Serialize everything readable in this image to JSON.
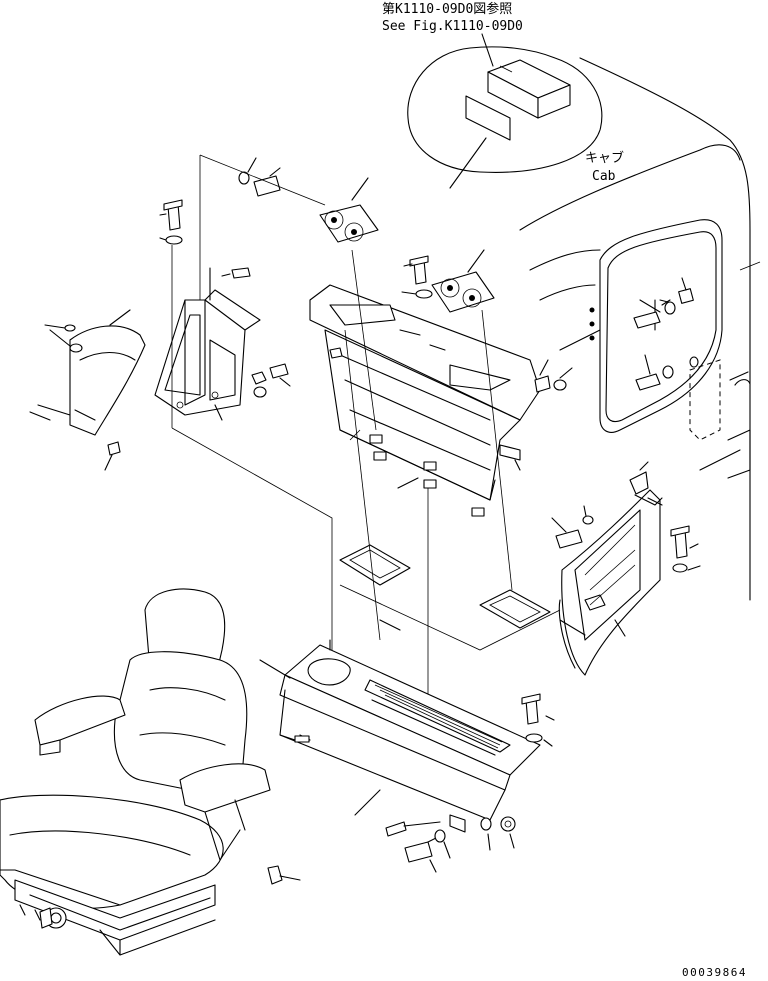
{
  "reference": {
    "line_ja": "第K1110-09D0図参照",
    "line_en": "See Fig.K1110-09D0"
  },
  "cab_label": {
    "ja": "キャブ",
    "en": "Cab"
  },
  "drawing_number": "00039864"
}
